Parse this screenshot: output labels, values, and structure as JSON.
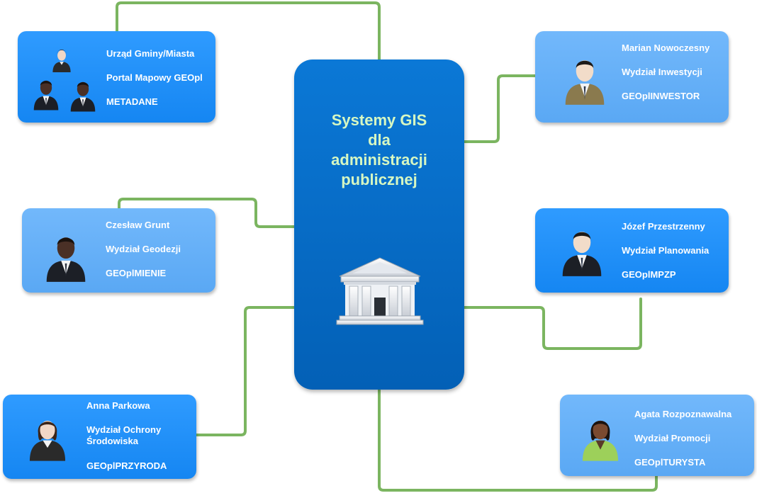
{
  "center": {
    "title_lines": [
      "Systemy GIS",
      "dla",
      "administracji",
      "publicznej"
    ],
    "icon": "government-building-icon"
  },
  "nodes": {
    "gmina": {
      "lines": [
        "Urząd Gminy/Miasta",
        "Portal Mapowy GEOpl",
        "METADANE"
      ],
      "icon": "user-group-icon"
    },
    "investor": {
      "lines": [
        "Marian Nowoczesny",
        "Wydział Inwestycji",
        "GEOplINWESTOR"
      ],
      "icon": "user-icon"
    },
    "geodesy": {
      "lines": [
        "Czesław Grunt",
        "Wydział Geodezji",
        "GEOplMIENIE"
      ],
      "icon": "user-icon"
    },
    "planning": {
      "lines": [
        "Józef Przestrzenny",
        "Wydział Planowania",
        "GEOplMPZP"
      ],
      "icon": "user-icon"
    },
    "environment": {
      "lines": [
        "Anna Parkowa",
        "Wydział Ochrony Środowiska",
        "GEOplPRZYRODA"
      ],
      "icon": "user-icon"
    },
    "promotion": {
      "lines": [
        "Agata Rozpoznawalna",
        "Wydział Promocji",
        "GEOplTURYSTA"
      ],
      "icon": "user-icon"
    }
  },
  "colors": {
    "center_fill": "#0468c4",
    "node_dark": "#1f8ef8",
    "node_light": "#66b0f8",
    "connector": "#7bb560",
    "title_text": "#d6f7c2"
  }
}
